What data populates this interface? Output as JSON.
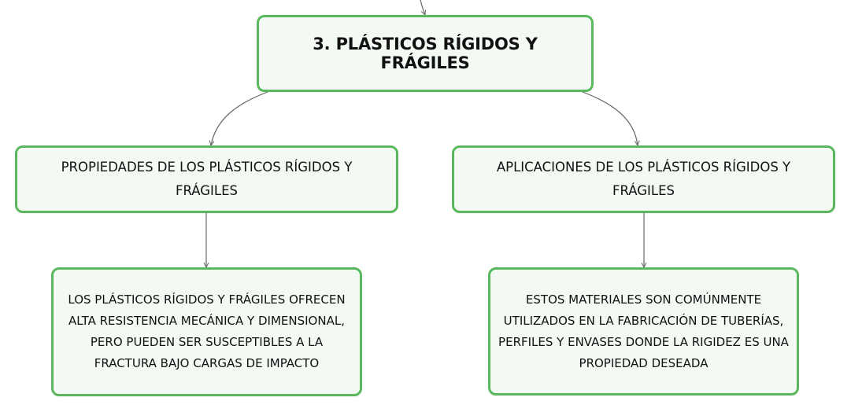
{
  "diagram": {
    "root": {
      "label": "3. PLÁSTICOS RÍGIDOS Y FRÁGILES"
    },
    "branches": [
      {
        "label": "PROPIEDADES DE LOS PLÁSTICOS RÍGIDOS Y FRÁGILES",
        "detail": "LOS PLÁSTICOS RÍGIDOS Y FRÁGILES OFRECEN ALTA RESISTENCIA MECÁNICA Y DIMENSIONAL, PERO PUEDEN SER SUSCEPTIBLES A LA FRACTURA BAJO CARGAS DE IMPACTO"
      },
      {
        "label": "APLICACIONES DE LOS PLÁSTICOS RÍGIDOS Y FRÁGILES",
        "detail": "ESTOS MATERIALES SON COMÚNMENTE UTILIZADOS EN LA FABRICACIÓN DE TUBERÍAS, PERFILES Y ENVASES DONDE LA RIGIDEZ ES UNA PROPIEDAD DESEADA"
      }
    ],
    "colors": {
      "node_border": "#5cb85f",
      "node_fill": "#f3faf4",
      "connector": "#666666",
      "text": "#111111"
    }
  }
}
